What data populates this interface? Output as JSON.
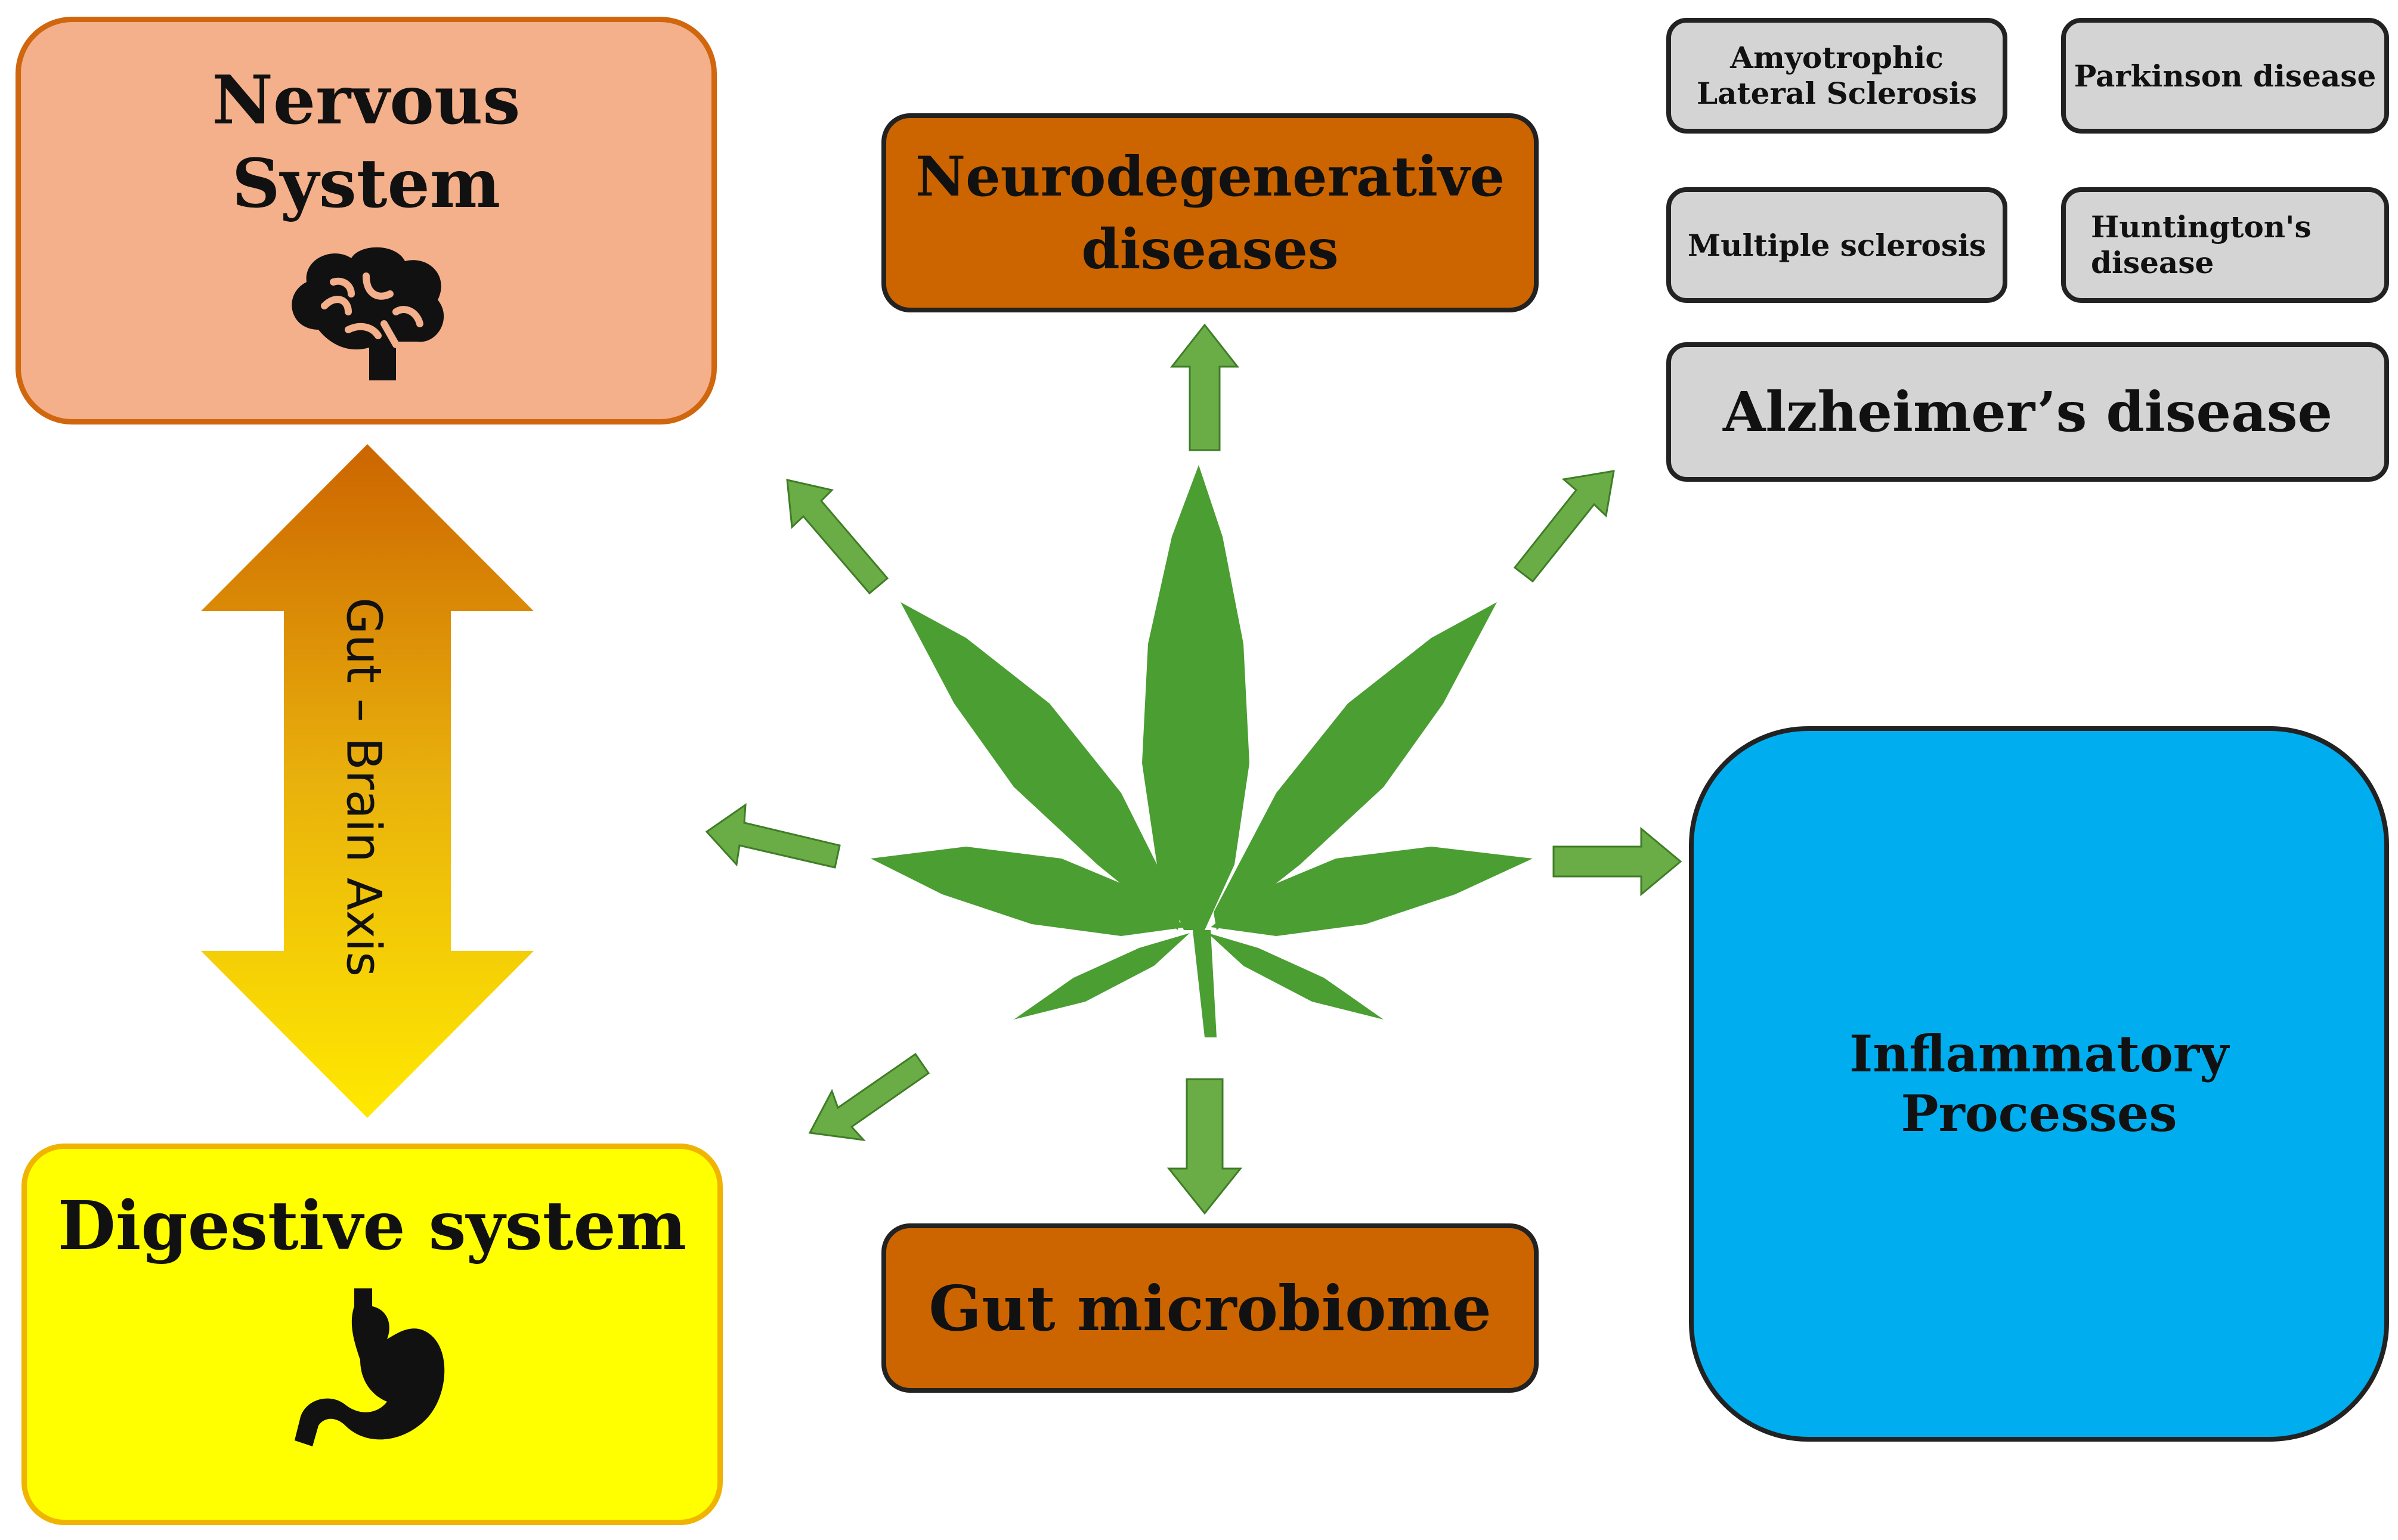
{
  "nervous_system": {
    "title": "Nervous\nSystem",
    "icon": "brain-icon"
  },
  "digestive_system": {
    "title": "Digestive system",
    "icon": "stomach-icon"
  },
  "axis": {
    "label": "Gut – Brain Axis",
    "icon": "double-arrow-icon"
  },
  "center": {
    "icon": "cannabis-leaf-icon"
  },
  "neurodegenerative": {
    "label": "Neurodegenerative\ndiseases"
  },
  "diseases": {
    "als": "Amyotrophic\nLateral Sclerosis",
    "parkinson": "Parkinson disease",
    "ms": "Multiple sclerosis",
    "huntington": "Huntington's\ndisease",
    "alzheimer": "Alzheimer’s disease"
  },
  "inflammatory": {
    "label": "Inflammatory\nProcesses"
  },
  "gut_microbiome": {
    "label": "Gut microbiome"
  },
  "colors": {
    "nervous_fill": "#f3b08a",
    "digestive_fill": "#ffff00",
    "brown": "#cc6500",
    "gray": "#d4d4d4",
    "blue": "#00aeef",
    "leaf": "#4a9e32",
    "arrow": "#6aac46"
  }
}
